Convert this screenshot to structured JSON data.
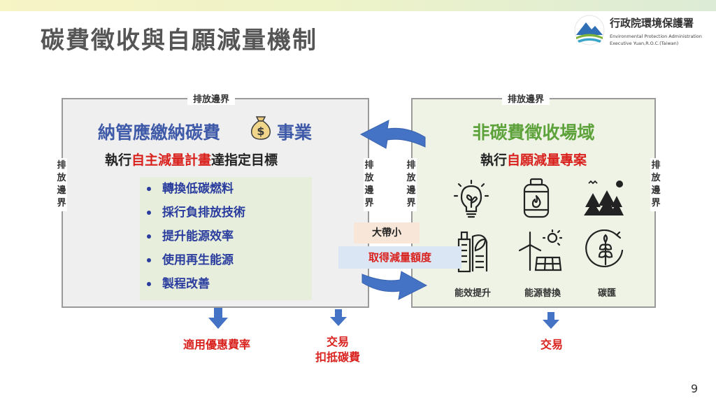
{
  "slide": {
    "title": "碳費徵收與自願減量機制",
    "page_number": "9"
  },
  "logo": {
    "name": "行政院環境保護署",
    "en_line1": "Environmental Protection Administration",
    "en_line2": "Executive Yuan,R.O.C.(Taiwan)"
  },
  "boundary_label": "排放邊界",
  "boundary_vertical": [
    "排",
    "放",
    "邊",
    "界"
  ],
  "left_box": {
    "heading_part1": "納管應繳納碳費",
    "heading_part2": "事業",
    "sub_prefix": "執行",
    "sub_highlight": "自主減量計畫",
    "sub_suffix": "達指定目標",
    "bullets": [
      "轉換低碳燃料",
      "採行負排放技術",
      "提升能源效率",
      "使用再生能源",
      "製程改善"
    ]
  },
  "right_box": {
    "heading": "非碳費徵收場域",
    "sub_prefix": "執行",
    "sub_highlight": "自願減量專案",
    "icon_captions": [
      "能效提升",
      "能源替換",
      "碳匯"
    ]
  },
  "middle": {
    "tag_large_small": "大帶小",
    "tag_credit": "取得減量額度"
  },
  "outcomes": {
    "left": "適用優惠費率",
    "middle_line1": "交易",
    "middle_line2": "扣抵碳費",
    "right": "交易"
  },
  "colors": {
    "blue_heading": "#3e5aa8",
    "green_heading": "#5da23a",
    "red_highlight": "#d9221e",
    "arrow_blue": "#4472c4"
  }
}
